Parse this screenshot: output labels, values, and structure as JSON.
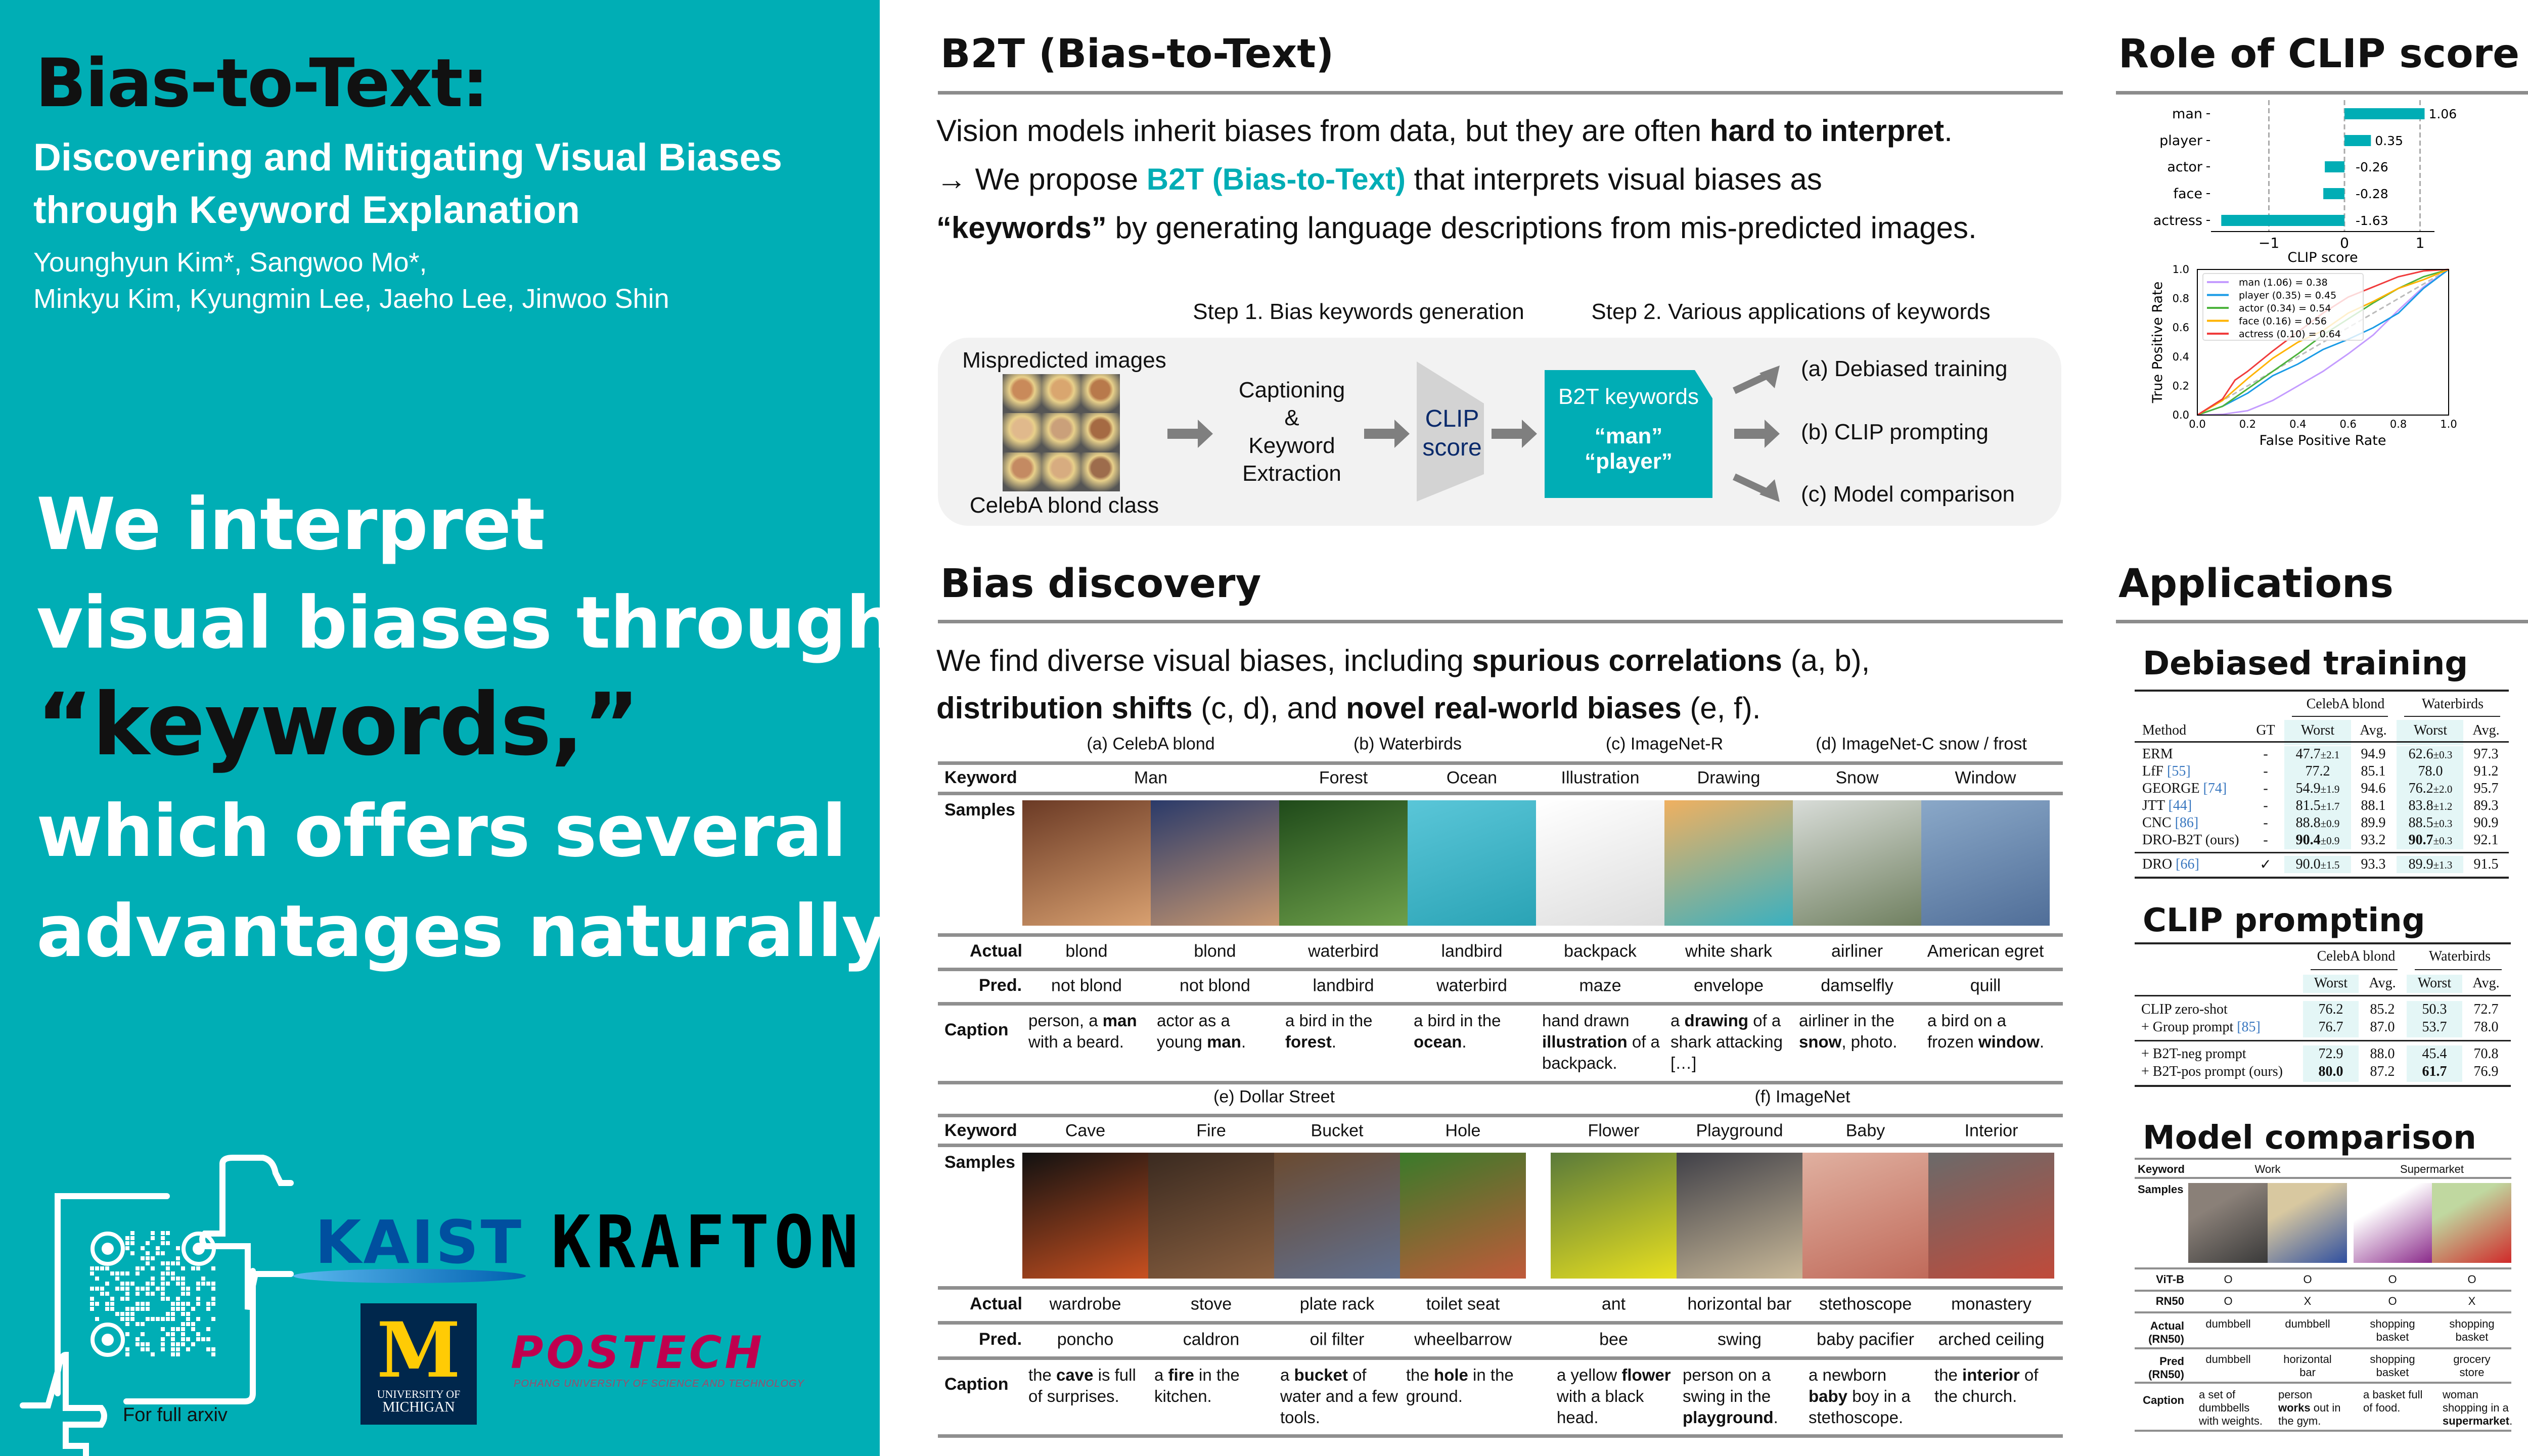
{
  "left": {
    "title": "Bias-to-Text:",
    "subtitle": [
      "Discovering and Mitigating Visual Biases",
      "through Keyword Explanation"
    ],
    "authors": [
      "Younghyun Kim*, Sangwoo Mo*,",
      "Minkyu Kim, Kyungmin Lee, Jaeho Lee, Jinwoo Shin"
    ],
    "statement": [
      "We interpret",
      "visual biases through",
      "“keywords,”",
      "which offers several",
      "advantages naturally."
    ],
    "qr_caption": "For full arxiv",
    "logos": {
      "kaist": "KAIST",
      "krafton": "KRAFTON",
      "michigan_m": "M",
      "michigan": [
        "UNIVERSITY OF",
        "MICHIGAN"
      ],
      "postech": "POSTECH",
      "postech_sub": "POHANG UNIVERSITY OF SCIENCE AND TECHNOLOGY"
    }
  },
  "b2t": {
    "heading": "B2T (Bias-to-Text)",
    "intro": {
      "l1_pre": "Vision models inherit biases from data, but they are often ",
      "l1_bold": "hard to interpret",
      "l1_post": ".",
      "l2_pre": "→ We propose ",
      "l2_teal": "B2T (Bias-to-Text)",
      "l2_post": " that interprets visual biases as",
      "l3_bold": "“keywords”",
      "l3_post": " by generating language descriptions from mis-predicted images."
    },
    "diagram": {
      "step1": "Step 1. Bias keywords generation",
      "step2": "Step 2. Various applications of keywords",
      "mispredicted": "Mispredicted images",
      "class_label": "CelebA blond class",
      "process": [
        "Captioning",
        "&",
        "Keyword",
        "Extraction"
      ],
      "clip": [
        "CLIP",
        "score"
      ],
      "keywords_title": "B2T keywords",
      "keywords": [
        "“man”",
        "“player”"
      ],
      "apps": [
        "(a) Debiased training",
        "(b) CLIP prompting",
        "(c) Model comparison"
      ]
    }
  },
  "bias": {
    "heading": "Bias discovery",
    "text": {
      "l1_pre": "We find diverse visual biases, including ",
      "l1_bold": "spurious correlations",
      "l1_post": " (a, b),",
      "l2_bold1": "distribution shifts",
      "l2_mid": " (c, d), and ",
      "l2_bold2": "novel real-world biases",
      "l2_post": " (e, f)."
    },
    "row_labels": {
      "keyword": "Keyword",
      "samples": "Samples",
      "actual": "Actual",
      "pred": "Pred.",
      "caption": "Caption"
    },
    "tables": [
      {
        "groups": [
          "(a) CelebA blond",
          "(b) Waterbirds",
          "(c) ImageNet-R",
          "(d) ImageNet-C snow / frost"
        ],
        "keywords": [
          "Man",
          "Forest",
          "Ocean",
          "Illustration",
          "Drawing",
          "Snow",
          "Window"
        ],
        "actual": [
          "blond",
          "blond",
          "waterbird",
          "landbird",
          "backpack",
          "white shark",
          "airliner",
          "American egret"
        ],
        "pred": [
          "not blond",
          "not blond",
          "landbird",
          "waterbird",
          "maze",
          "envelope",
          "damselfly",
          "quill"
        ],
        "captions": [
          [
            "person, a ",
            "man",
            " with a beard."
          ],
          [
            "actor as a young ",
            "man",
            "."
          ],
          [
            "a bird in the ",
            "forest",
            "."
          ],
          [
            "a bird in the ",
            "ocean",
            "."
          ],
          [
            "hand drawn ",
            "illustration",
            " of a backpack."
          ],
          [
            "a ",
            "drawing",
            " of a shark attacking […]"
          ],
          [
            "airliner in the ",
            "snow",
            ", photo."
          ],
          [
            "a bird on a frozen ",
            "window",
            "."
          ]
        ]
      },
      {
        "groups": [
          "(e) Dollar Street",
          "(f) ImageNet"
        ],
        "keywords": [
          "Cave",
          "Fire",
          "Bucket",
          "Hole",
          "Flower",
          "Playground",
          "Baby",
          "Interior"
        ],
        "actual": [
          "wardrobe",
          "stove",
          "plate rack",
          "toilet seat",
          "ant",
          "horizontal bar",
          "stethoscope",
          "monastery"
        ],
        "pred": [
          "poncho",
          "caldron",
          "oil filter",
          "wheelbarrow",
          "bee",
          "swing",
          "baby pacifier",
          "arched ceiling"
        ],
        "captions": [
          [
            "the ",
            "cave",
            " is full of surprises."
          ],
          [
            "a ",
            "fire",
            " in the kitchen."
          ],
          [
            "a ",
            "bucket",
            " of water and a few tools."
          ],
          [
            "the ",
            "hole",
            " in the ground."
          ],
          [
            "a yellow ",
            "flower",
            " with a black head."
          ],
          [
            "person on a swing in the ",
            "playground",
            "."
          ],
          [
            "a newborn ",
            "baby",
            " boy in a stethoscope."
          ],
          [
            "the ",
            "interior",
            " of the church."
          ]
        ]
      }
    ]
  },
  "clip_role": {
    "heading": "Role of CLIP score"
  },
  "applications": {
    "heading": "Applications",
    "debiased": {
      "heading": "Debiased training",
      "datasets": [
        "CelebA blond",
        "Waterbirds"
      ],
      "columns": {
        "method": "Method",
        "gt": "GT",
        "worst": "Worst",
        "avg": "Avg."
      },
      "rows": [
        {
          "method": "ERM",
          "ref": "",
          "gt": "-",
          "w1": "47.7",
          "s1": "±2.1",
          "a1": "94.9",
          "w2": "62.6",
          "s2": "±0.3",
          "a2": "97.3",
          "best": false
        },
        {
          "method": "LfF ",
          "ref": "[55]",
          "gt": "-",
          "w1": "77.2",
          "s1": "",
          "a1": "85.1",
          "w2": "78.0",
          "s2": "",
          "a2": "91.2",
          "best": false
        },
        {
          "method": "GEORGE ",
          "ref": "[74]",
          "gt": "-",
          "w1": "54.9",
          "s1": "±1.9",
          "a1": "94.6",
          "w2": "76.2",
          "s2": "±2.0",
          "a2": "95.7",
          "best": false
        },
        {
          "method": "JTT ",
          "ref": "[44]",
          "gt": "-",
          "w1": "81.5",
          "s1": "±1.7",
          "a1": "88.1",
          "w2": "83.8",
          "s2": "±1.2",
          "a2": "89.3",
          "best": false
        },
        {
          "method": "CNC ",
          "ref": "[86]",
          "gt": "-",
          "w1": "88.8",
          "s1": "±0.9",
          "a1": "89.9",
          "w2": "88.5",
          "s2": "±0.3",
          "a2": "90.9",
          "best": false
        },
        {
          "method": "DRO-B2T (ours)",
          "ref": "",
          "gt": "-",
          "w1": "90.4",
          "s1": "±0.9",
          "a1": "93.2",
          "w2": "90.7",
          "s2": "±0.3",
          "a2": "92.1",
          "best": true
        },
        {
          "method": "DRO ",
          "ref": "[66]",
          "gt": "✓",
          "w1": "90.0",
          "s1": "±1.5",
          "a1": "93.3",
          "w2": "89.9",
          "s2": "±1.3",
          "a2": "91.5",
          "best": false
        }
      ]
    },
    "prompting": {
      "heading": "CLIP prompting",
      "datasets": [
        "CelebA blond",
        "Waterbirds"
      ],
      "columns": {
        "worst": "Worst",
        "avg": "Avg."
      },
      "rows": [
        {
          "method": "CLIP zero-shot",
          "ref": "",
          "w1": "76.2",
          "a1": "85.2",
          "w2": "50.3",
          "a2": "72.7",
          "best": false
        },
        {
          "method": "+ Group prompt ",
          "ref": "[85]",
          "w1": "76.7",
          "a1": "87.0",
          "w2": "53.7",
          "a2": "78.0",
          "best": false
        },
        {
          "method": "+ B2T-neg prompt",
          "ref": "",
          "w1": "72.9",
          "a1": "88.0",
          "w2": "45.4",
          "a2": "70.8",
          "best": false
        },
        {
          "method": "+ B2T-pos prompt (ours)",
          "ref": "",
          "w1": "80.0",
          "a1": "87.2",
          "w2": "61.7",
          "a2": "76.9",
          "best": true
        }
      ]
    },
    "comparison": {
      "heading": "Model comparison",
      "labels": {
        "keyword": "Keyword",
        "samples": "Samples",
        "vit": "ViT-B",
        "rn50": "RN50",
        "actual": [
          "Actual",
          "(RN50)"
        ],
        "pred": [
          "Pred",
          "(RN50)"
        ],
        "caption": "Caption"
      },
      "keywords": [
        "Work",
        "Supermarket"
      ],
      "vit": [
        "O",
        "O",
        "O",
        "O"
      ],
      "rn50": [
        "O",
        "X",
        "O",
        "X"
      ],
      "actual": [
        [
          "dumbbell",
          ""
        ],
        [
          "dumbbell",
          ""
        ],
        [
          "shopping",
          "basket"
        ],
        [
          "shopping",
          "basket"
        ]
      ],
      "pred": [
        [
          "dumbbell",
          ""
        ],
        [
          "horizontal",
          "bar"
        ],
        [
          "shopping",
          "basket"
        ],
        [
          "grocery",
          "store"
        ]
      ],
      "captions": [
        [
          "a set of dumbbells with weights.",
          "",
          ""
        ],
        [
          "person ",
          "works",
          " out in the gym."
        ],
        [
          "a basket full of food.",
          "",
          ""
        ],
        [
          "woman shopping in a ",
          "supermarket",
          "."
        ]
      ]
    }
  },
  "colors": {
    "teal": "#00adb5",
    "rule": "#8c8c8c",
    "highlight": "#e4f6f6"
  },
  "chart_data": [
    {
      "type": "bar",
      "orientation": "horizontal",
      "categories": [
        "man",
        "player",
        "actor",
        "face",
        "actress"
      ],
      "values": [
        1.06,
        0.35,
        -0.26,
        -0.28,
        -1.63
      ],
      "value_labels": [
        "1.06",
        "0.35",
        "-0.26",
        "-0.28",
        "-1.63"
      ],
      "xlabel": "CLIP score",
      "xticks": [
        "−1",
        "0",
        "1"
      ],
      "xtick_values": [
        -1,
        0,
        1
      ],
      "xlim": [
        -1.75,
        1.2
      ],
      "reference_lines": [
        -1,
        0,
        1
      ],
      "color": "#00adb5"
    },
    {
      "type": "line",
      "xlabel": "False Positive Rate",
      "ylabel": "True Positive Rate",
      "xlim": [
        0,
        1
      ],
      "ylim": [
        0,
        1
      ],
      "ticks": [
        "0.0",
        "0.2",
        "0.4",
        "0.6",
        "0.8",
        "1.0"
      ],
      "legend_position": "top-left",
      "series": [
        {
          "name": "man (1.06) = 0.38",
          "color": "#c49cff",
          "points": [
            [
              0,
              0
            ],
            [
              0.1,
              0.005
            ],
            [
              0.2,
              0.03
            ],
            [
              0.3,
              0.1
            ],
            [
              0.4,
              0.2
            ],
            [
              0.5,
              0.3
            ],
            [
              0.6,
              0.42
            ],
            [
              0.7,
              0.55
            ],
            [
              0.8,
              0.72
            ],
            [
              0.9,
              0.88
            ],
            [
              1,
              1
            ]
          ]
        },
        {
          "name": "player (0.35) = 0.45",
          "color": "#1a9be6",
          "points": [
            [
              0,
              0
            ],
            [
              0.1,
              0.06
            ],
            [
              0.2,
              0.15
            ],
            [
              0.3,
              0.27
            ],
            [
              0.4,
              0.35
            ],
            [
              0.5,
              0.45
            ],
            [
              0.6,
              0.52
            ],
            [
              0.7,
              0.6
            ],
            [
              0.8,
              0.7
            ],
            [
              0.9,
              0.87
            ],
            [
              1,
              1
            ]
          ]
        },
        {
          "name": "actor (0.34) = 0.54",
          "color": "#4db33d",
          "points": [
            [
              0,
              0
            ],
            [
              0.1,
              0.06
            ],
            [
              0.2,
              0.18
            ],
            [
              0.3,
              0.3
            ],
            [
              0.4,
              0.42
            ],
            [
              0.5,
              0.55
            ],
            [
              0.6,
              0.66
            ],
            [
              0.7,
              0.77
            ],
            [
              0.8,
              0.87
            ],
            [
              0.9,
              0.95
            ],
            [
              1,
              1
            ]
          ]
        },
        {
          "name": "face (0.16) = 0.56",
          "color": "#ffb300",
          "points": [
            [
              0,
              0
            ],
            [
              0.1,
              0.1
            ],
            [
              0.2,
              0.25
            ],
            [
              0.3,
              0.39
            ],
            [
              0.4,
              0.5
            ],
            [
              0.5,
              0.58
            ],
            [
              0.6,
              0.7
            ],
            [
              0.7,
              0.78
            ],
            [
              0.8,
              0.87
            ],
            [
              0.9,
              0.93
            ],
            [
              1,
              1
            ]
          ]
        },
        {
          "name": "actress (0.10) = 0.64",
          "color": "#f03c3c",
          "points": [
            [
              0,
              0
            ],
            [
              0.1,
              0.11
            ],
            [
              0.15,
              0.24
            ],
            [
              0.2,
              0.3
            ],
            [
              0.3,
              0.44
            ],
            [
              0.4,
              0.57
            ],
            [
              0.5,
              0.7
            ],
            [
              0.6,
              0.81
            ],
            [
              0.7,
              0.88
            ],
            [
              0.8,
              0.95
            ],
            [
              0.9,
              0.99
            ],
            [
              1,
              1
            ]
          ]
        }
      ]
    }
  ]
}
